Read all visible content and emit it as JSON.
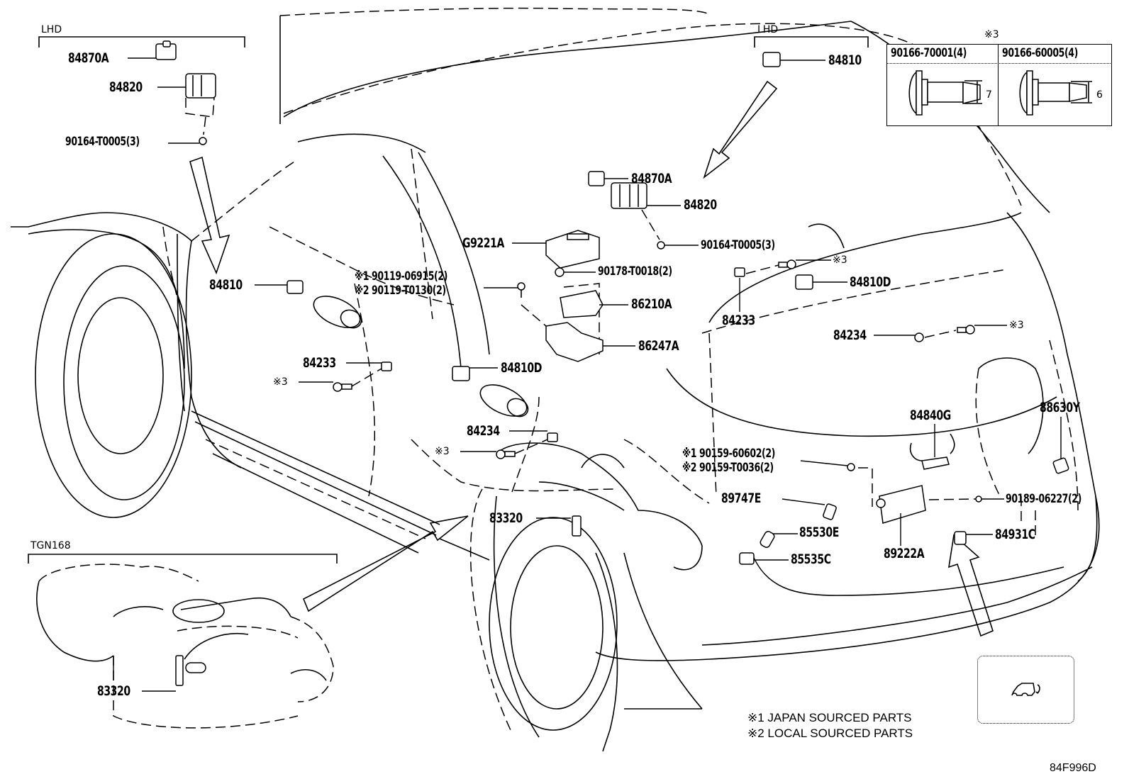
{
  "diagram": {
    "type": "parts-exploded-view",
    "code": "84F996D",
    "notes": {
      "n1": "※1 JAPAN SOURCED PARTS",
      "n2": "※2 LOCAL SOURCED PARTS"
    },
    "groups": {
      "lhd_left": "LHD",
      "lhd_right": "LHD",
      "tgn": "TGN168"
    },
    "bolt_table": {
      "title": "※3",
      "columns": [
        {
          "part": "90166-70001(4)",
          "dimension": "7"
        },
        {
          "part": "90166-60005(4)",
          "dimension": "6"
        }
      ]
    },
    "vehicle_icon": "suv-back-door-icon",
    "labels": {
      "p84870A_l": "84870A",
      "p84820_l": "84820",
      "p90164_l": "90164-T0005(3)",
      "p84810_r": "84810",
      "p84870A_r": "84870A",
      "p84820_r": "84820",
      "p90164_r": "90164-T0005(3)",
      "pG9221A": "G9221A",
      "p90178": "90178-T0018(2)",
      "p90119_1": "※1 90119-06915(2)",
      "p90119_2": "※2 90119-T0130(2)",
      "p86210A": "86210A",
      "p86247A": "86247A",
      "p84810_left": "84810",
      "p84810D_mid": "84810D",
      "p84233_left": "84233",
      "ref3_a": "※3",
      "p84234_mid": "84234",
      "ref3_b": "※3",
      "ref3_c": "※3",
      "p84810D_right": "84810D",
      "p84233_right": "84233",
      "p84234_right": "84234",
      "ref3_d": "※3",
      "p84840G": "84840G",
      "p88630Y": "88630Y",
      "p90159_1": "※1 90159-60602(2)",
      "p90159_2": "※2 90159-T0036(2)",
      "p90189": "90189-06227(2)",
      "p89747E": "89747E",
      "p85530E": "85530E",
      "p85535C": "85535C",
      "p89222A": "89222A",
      "p84931C": "84931C",
      "p83320_mid": "83320",
      "p83320_tgn": "83320"
    }
  }
}
